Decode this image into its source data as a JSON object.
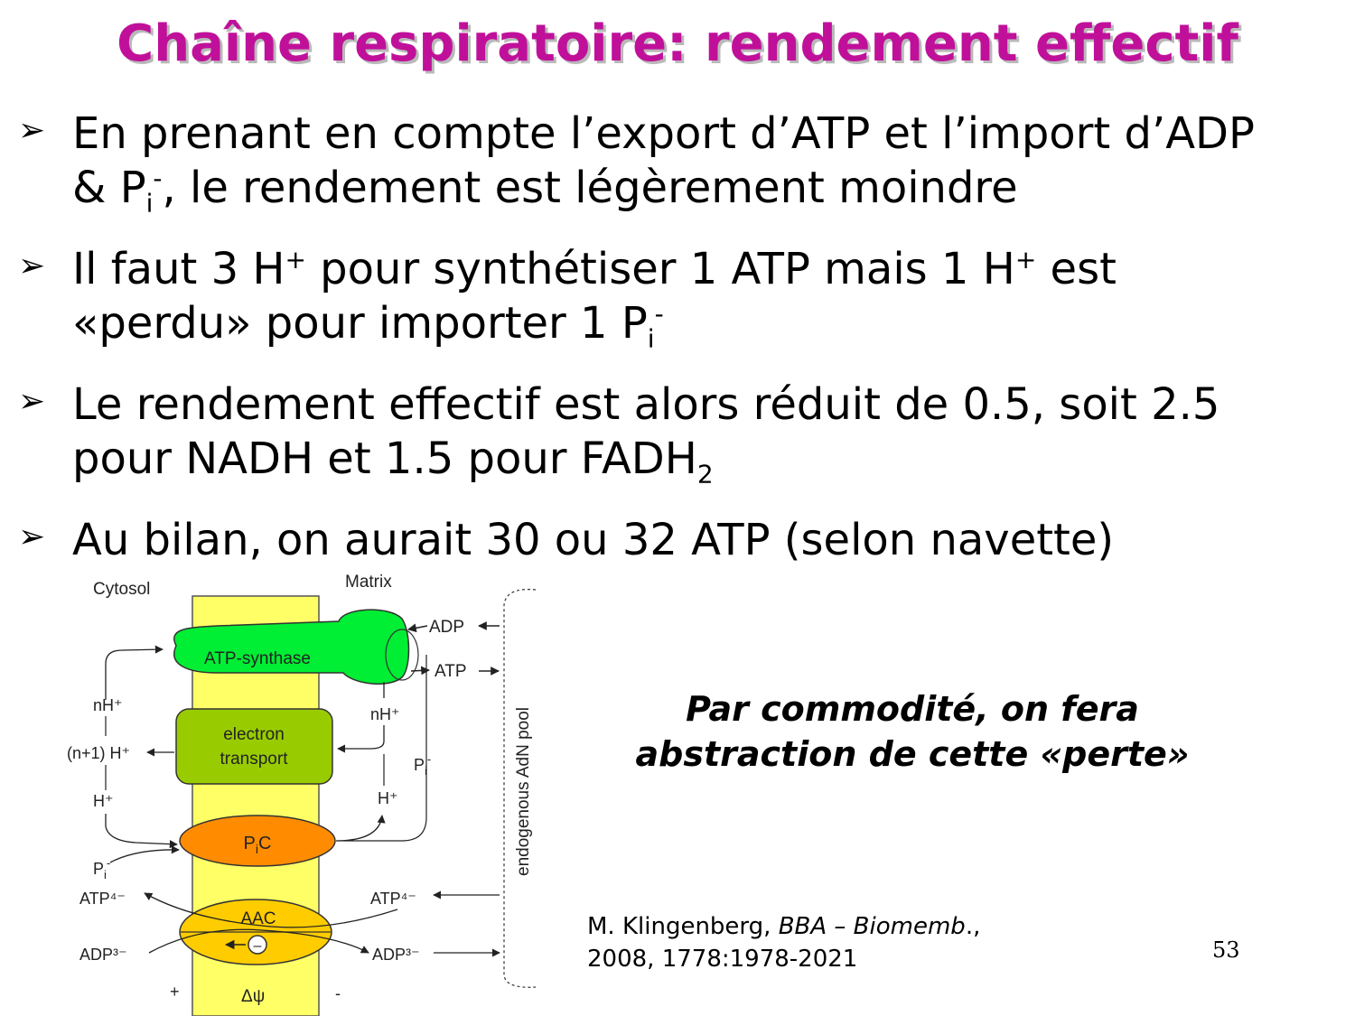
{
  "slide": {
    "title": "Chaîne respiratoire: rendement effectif",
    "page_number": "53"
  },
  "bullets": [
    {
      "line1_a": "En prenant en compte l’export d’ATP et l’import d’ADP",
      "line2_a": "& P",
      "line2_sub": "i",
      "line2_sup": "-",
      "line2_b": ", le rendement est légèrement moindre"
    },
    {
      "line1_a": "Il faut 3 H",
      "line1_sup1": "+",
      "line1_b": " pour synthétiser 1 ATP mais 1 H",
      "line1_sup2": "+",
      "line1_c": " est",
      "line2_a": "«perdu» pour importer 1 P",
      "line2_sub": "i",
      "line2_sup": "-"
    },
    {
      "line1_a": "Le rendement effectif est alors réduit de 0.5, soit 2.5",
      "line2_a": "pour NADH et 1.5 pour FADH",
      "line2_sub": "2"
    },
    {
      "line1_a": "Au bilan, on aurait 30 ou 32 ATP (selon navette)"
    }
  ],
  "note": {
    "line1": "Par commodité, on fera",
    "line2": "abstraction de cette «perte»"
  },
  "reference": {
    "author": "M. Klingenberg, ",
    "journal": "BBA – Biomemb",
    "after_journal": ".,",
    "line2": "2008, 1778:1978-2021"
  },
  "diagram": {
    "cytosol": "Cytosol",
    "matrix": "Matrix",
    "atp_synthase": "ATP-synthase",
    "electron": "electron",
    "transport": "transport",
    "pic_p": "P",
    "pic_i": "i",
    "pic_c": "C",
    "aac": "AAC",
    "minus_symbol": "–",
    "adp": "ADP",
    "atp": "ATP",
    "nh_left": "nH⁺",
    "nh_right": "nH⁺",
    "n1h": "(n+1) H⁺",
    "h_left": "H⁺",
    "h_right": "H⁺",
    "pi_right_p": "P",
    "pi_right_sub": "i",
    "pi_right_sup": "-",
    "pi_left_p": "P",
    "pi_left_sub": "i",
    "pi_left_sup": "-",
    "atp4_left": "ATP⁴⁻",
    "atp4_right": "ATP⁴⁻",
    "adp3_left": "ADP³⁻",
    "adp3_right": "ADP³⁻",
    "pool": "endogenous  AdN pool",
    "plus": "+",
    "delta_psi": "Δψ",
    "minus": "-"
  },
  "colors": {
    "title": "#c0109a",
    "membrane": "#ffff66",
    "atp_synthase": "#00ee33",
    "electron_transport": "#99cc00",
    "pic": "#ff8c00",
    "aac": "#ffcc00"
  }
}
